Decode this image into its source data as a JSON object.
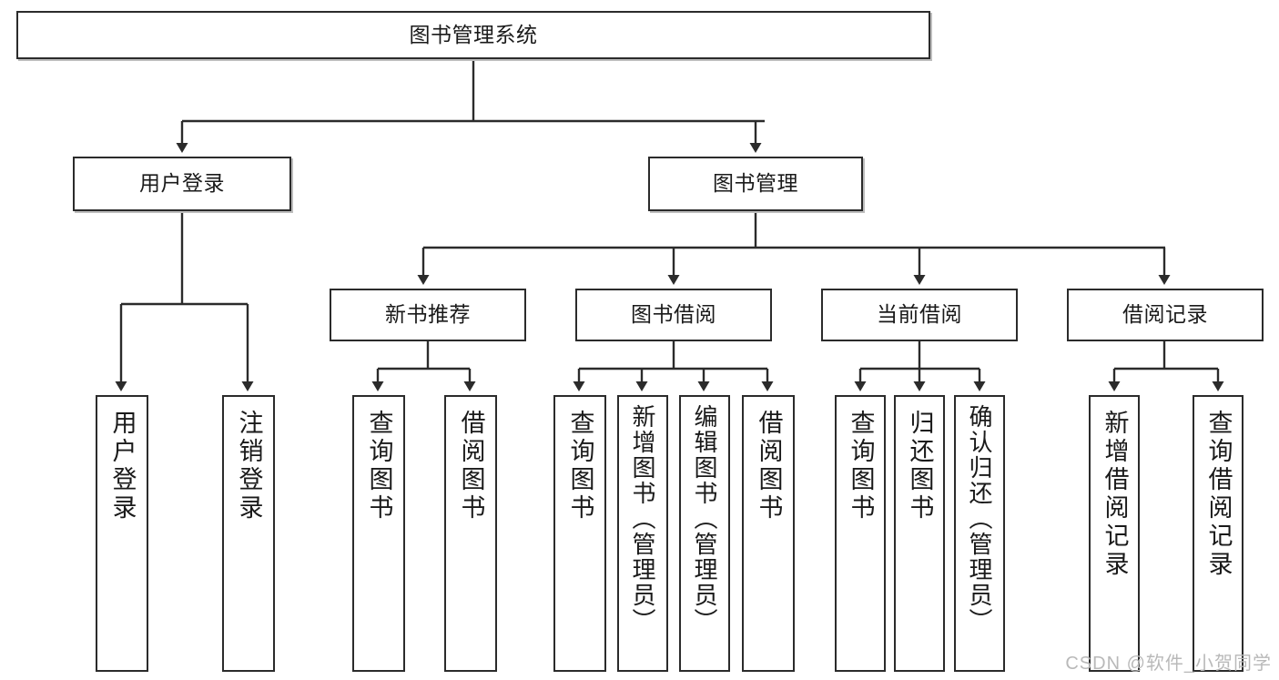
{
  "diagram": {
    "title": "图书管理系统",
    "watermark": "CSDN @软件_小贺同学",
    "colors": {
      "stroke": "#2b2b2b",
      "fill": "#ffffff",
      "text": "#1a1a1a",
      "watermark": "#b9b9b9"
    },
    "nodes": {
      "root": "图书管理系统",
      "level1": {
        "user_login": "用户登录",
        "book_manage": "图书管理"
      },
      "level2": {
        "new_book_recommend": "新书推荐",
        "book_borrow": "图书借阅",
        "current_borrow": "当前借阅",
        "borrow_record": "借阅记录"
      },
      "leaves": {
        "user_login_children": [
          "用户登录",
          "注销登录"
        ],
        "new_book_recommend_children": [
          "查询图书",
          "借阅图书"
        ],
        "book_borrow_children": [
          "查询图书",
          "新增图书（管理员）",
          "编辑图书（管理员）",
          "借阅图书"
        ],
        "current_borrow_children": [
          "查询图书",
          "归还图书",
          "确认归还（管理员）"
        ],
        "borrow_record_children": [
          "新增借阅记录",
          "查询借阅记录"
        ]
      }
    }
  }
}
